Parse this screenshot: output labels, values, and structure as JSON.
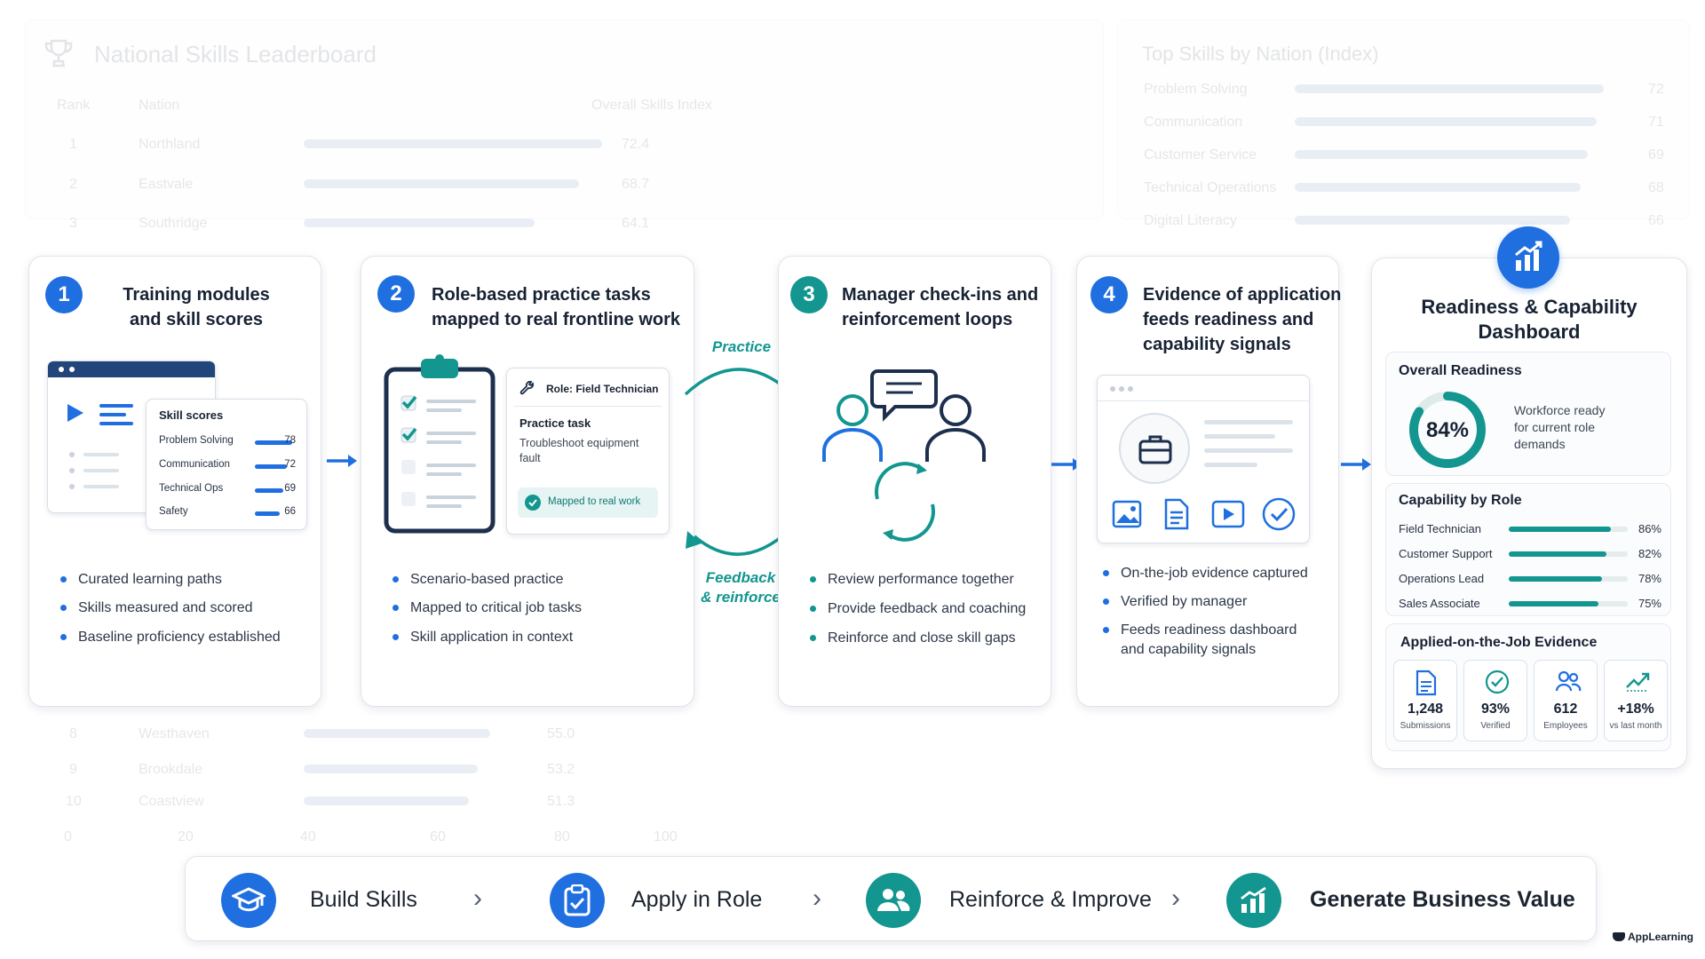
{
  "background": {
    "leaderboard": {
      "title": "National Skills Leaderboard",
      "col_rank": "Rank",
      "col_nation": "Nation",
      "col_index": "Overall Skills Index",
      "rows": [
        {
          "rank": "1",
          "nation": "Northland",
          "value": "72.4"
        },
        {
          "rank": "2",
          "nation": "Eastvale",
          "value": "68.7"
        },
        {
          "rank": "3",
          "nation": "Southridge",
          "value": "64.1"
        },
        {
          "rank": "8",
          "nation": "Westhaven",
          "value": "55.0"
        },
        {
          "rank": "9",
          "nation": "Brookdale",
          "value": "53.2"
        },
        {
          "rank": "10",
          "nation": "Coastview",
          "value": "51.3"
        }
      ],
      "axis_ticks": [
        "0",
        "20",
        "40",
        "60",
        "80",
        "100"
      ]
    },
    "top_skills": {
      "title": "Top Skills by Nation (Index)",
      "rows": [
        {
          "label": "Problem Solving",
          "value": "72"
        },
        {
          "label": "Communication",
          "value": "71"
        },
        {
          "label": "Customer Service",
          "value": "69"
        },
        {
          "label": "Technical Operations",
          "value": "68"
        },
        {
          "label": "Digital Literacy",
          "value": "66"
        }
      ]
    }
  },
  "steps": [
    {
      "number": "1",
      "title_line1": "Training modules",
      "title_line2": "and skill scores",
      "bullets": [
        "Curated learning paths",
        "Skills measured and scored",
        "Baseline proficiency established"
      ],
      "skill_card": {
        "title": "Skill scores",
        "rows": [
          {
            "label": "Problem Solving",
            "value": "78"
          },
          {
            "label": "Communication",
            "value": "72"
          },
          {
            "label": "Technical Ops",
            "value": "69"
          },
          {
            "label": "Safety",
            "value": "66"
          }
        ]
      }
    },
    {
      "number": "2",
      "title_line1": "Role-based practice tasks",
      "title_line2": "mapped to real frontline work",
      "bullets": [
        "Scenario-based practice",
        "Mapped to critical job tasks",
        "Skill application in context"
      ],
      "task_card": {
        "role": "Role: Field Technician",
        "task_title": "Practice task",
        "task_desc_line1": "Troubleshoot equipment",
        "task_desc_line2": "fault",
        "badge": "Mapped to real work"
      }
    },
    {
      "number": "3",
      "title_line1": "Manager check-ins and",
      "title_line2": "reinforcement loops",
      "bullets": [
        "Review performance together",
        "Provide feedback and coaching",
        "Reinforce and close skill gaps"
      ]
    },
    {
      "number": "4",
      "title_line1": "Evidence of application",
      "title_line2": "feeds readiness and",
      "title_line3": "capability signals",
      "bullets": [
        "On-the-job evidence captured",
        "Verified by manager",
        "Feeds readiness dashboard"
      ],
      "bullet3_line2": "and capability signals"
    }
  ],
  "loop_labels": {
    "practice": "Practice",
    "feedback_line1": "Feedback",
    "feedback_line2": "& reinforce"
  },
  "dashboard": {
    "title_line1": "Readiness & Capability",
    "title_line2": "Dashboard",
    "overall": {
      "title": "Overall Readiness",
      "value": "84%",
      "fraction": 0.84,
      "desc_line1": "Workforce ready",
      "desc_line2": "for current role",
      "desc_line3": "demands"
    },
    "capability": {
      "title": "Capability by Role",
      "rows": [
        {
          "label": "Field Technician",
          "value": "86%",
          "fraction": 0.86
        },
        {
          "label": "Customer Support",
          "value": "82%",
          "fraction": 0.82
        },
        {
          "label": "Operations Lead",
          "value": "78%",
          "fraction": 0.78
        },
        {
          "label": "Sales Associate",
          "value": "75%",
          "fraction": 0.75
        }
      ]
    },
    "evidence": {
      "title": "Applied-on-the-Job Evidence",
      "stats": [
        {
          "value": "1,248",
          "label": "Submissions"
        },
        {
          "value": "93%",
          "label": "Verified"
        },
        {
          "value": "612",
          "label": "Employees"
        },
        {
          "value": "+18%",
          "label": "vs last month"
        }
      ]
    }
  },
  "bottom_flow": [
    "Build Skills",
    "Apply in Role",
    "Reinforce & Improve",
    "Generate Business Value"
  ],
  "brand": "AppLearning",
  "colors": {
    "blue": "#1f6fe0",
    "teal": "#12968f"
  }
}
